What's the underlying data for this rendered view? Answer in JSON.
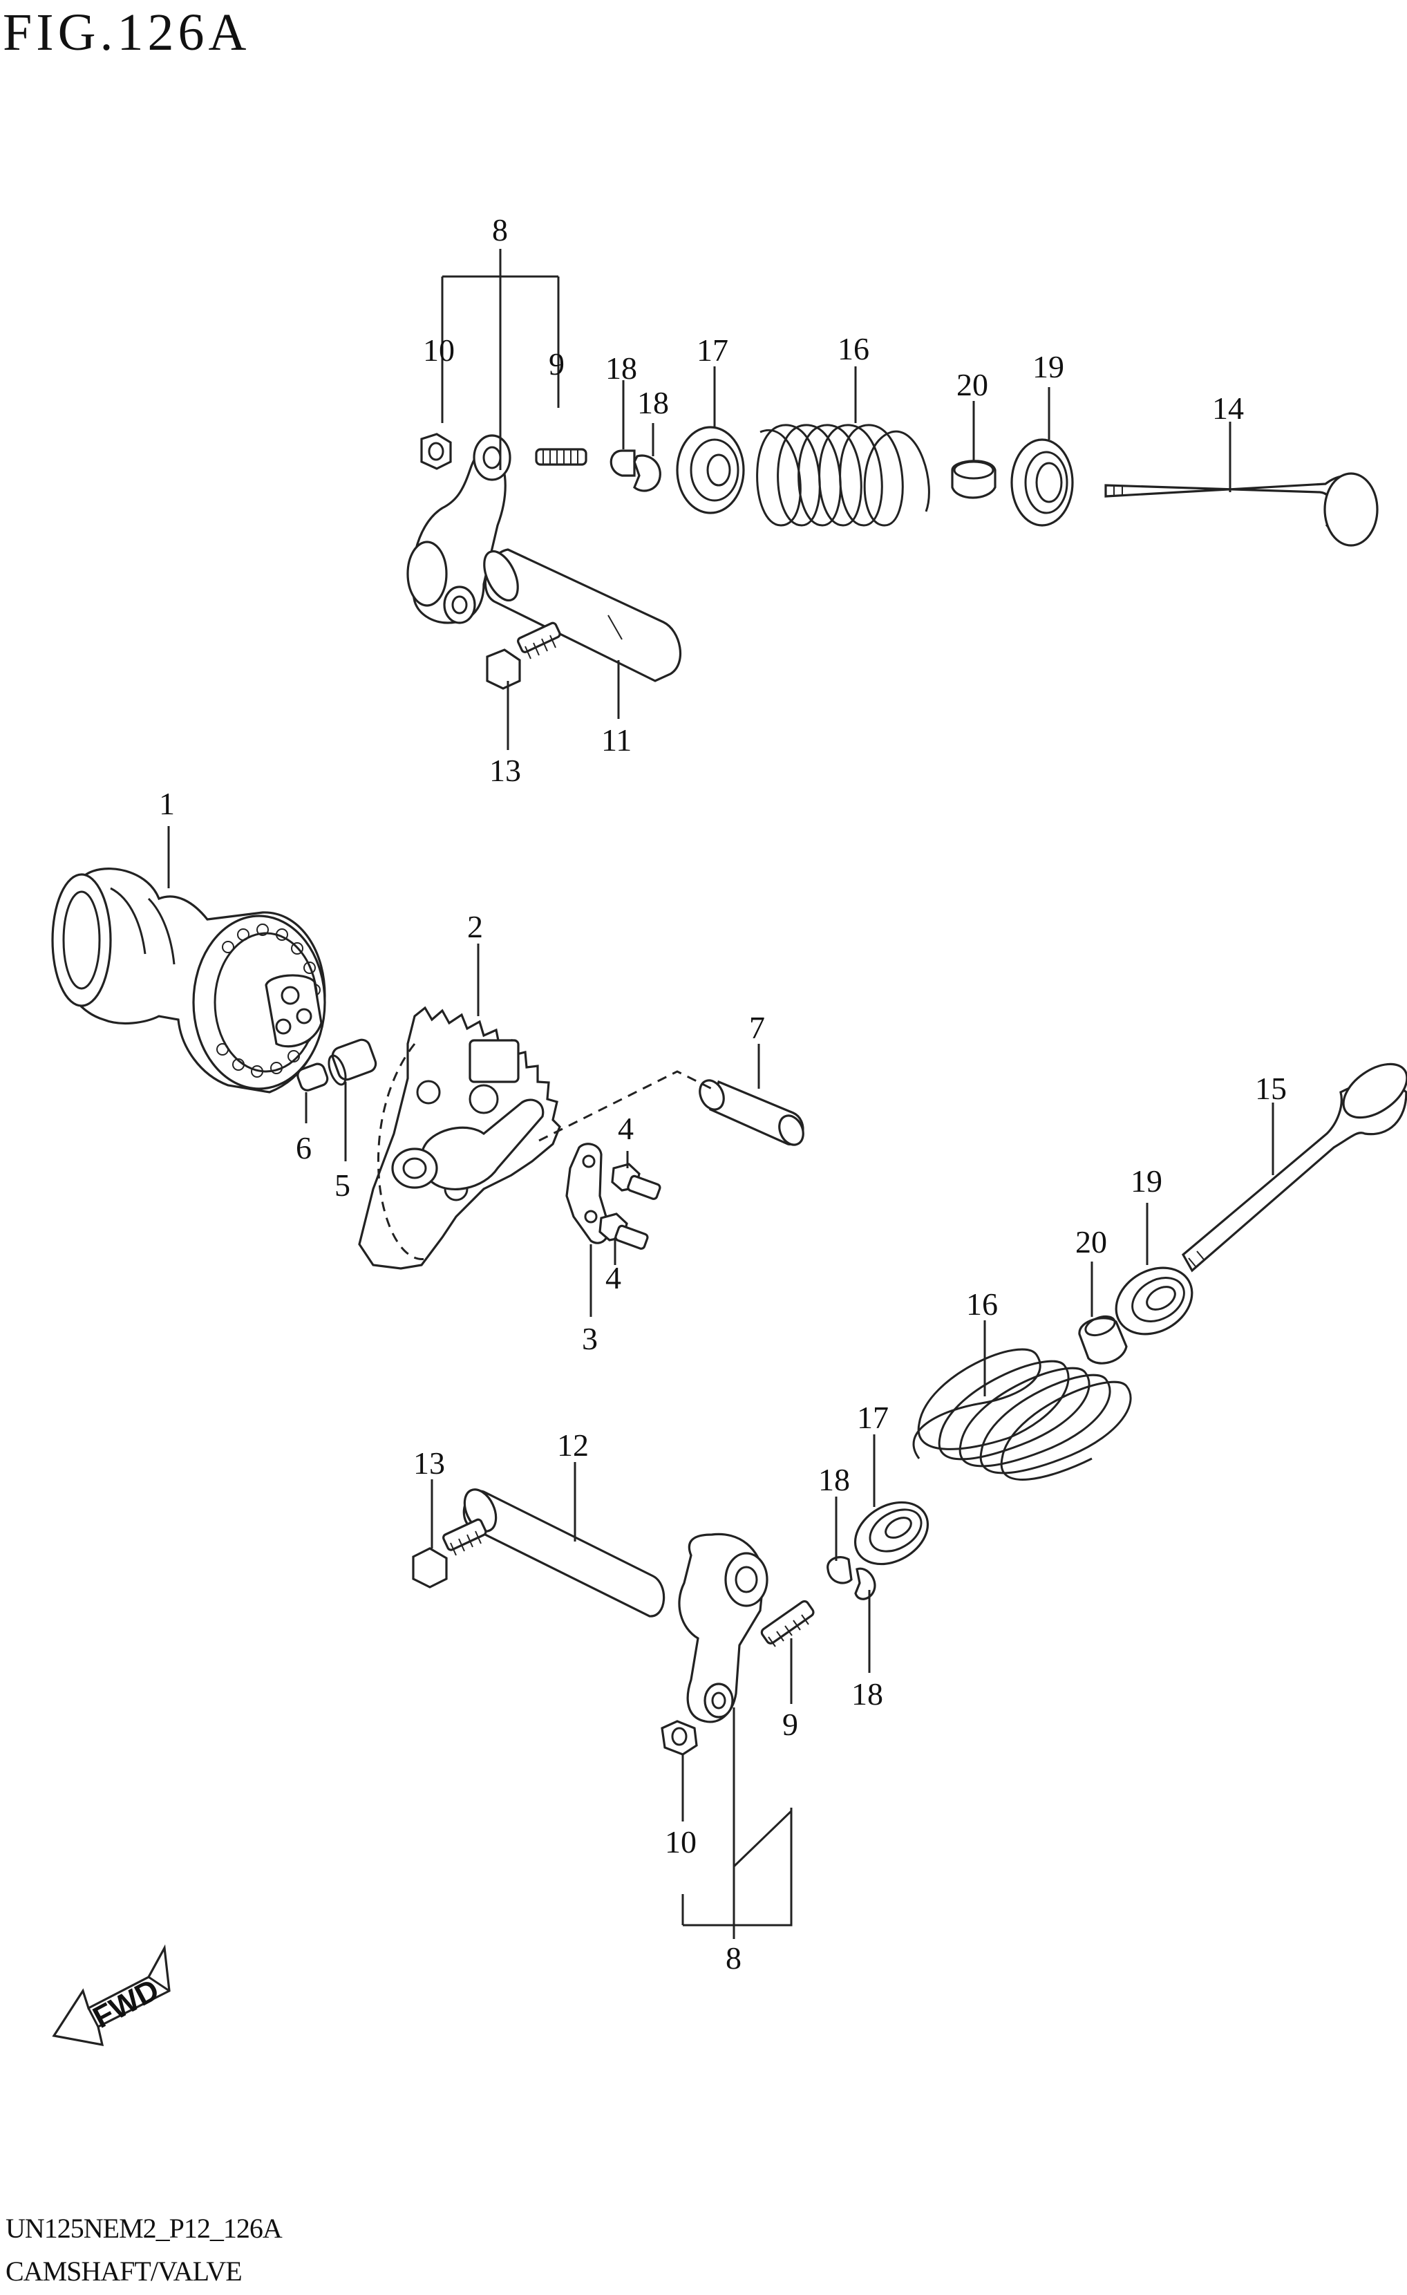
{
  "figure": {
    "title": "FIG.126A",
    "code": "UN125NEM2_P12_126A",
    "name": "CAMSHAFT/VALVE"
  },
  "fwd_arrow": {
    "label": "FWD"
  },
  "callouts": {
    "c8_top": "8",
    "c10_top": "10",
    "c9_top": "9",
    "c18a_top": "18",
    "c18b_top": "18",
    "c17_top": "17",
    "c16_top": "16",
    "c20_top": "20",
    "c19_top": "19",
    "c14": "14",
    "c11": "11",
    "c13_top": "13",
    "c1": "1",
    "c2": "2",
    "c7": "7",
    "c6": "6",
    "c5": "5",
    "c4a": "4",
    "c4b": "4",
    "c3": "3",
    "c15": "15",
    "c19_bot": "19",
    "c20_bot": "20",
    "c16_bot": "16",
    "c17_bot": "17",
    "c13_bot": "13",
    "c12": "12",
    "c18a_bot": "18",
    "c18b_bot": "18",
    "c9_bot": "9",
    "c10_bot": "10",
    "c8_bot": "8"
  }
}
